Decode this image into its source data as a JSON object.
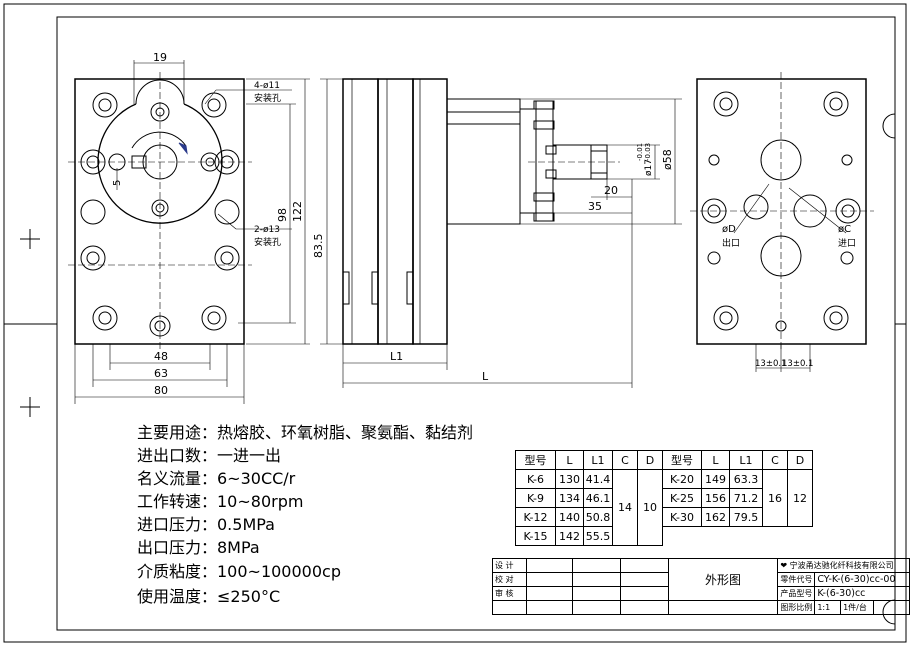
{
  "dims_front": {
    "d19": "19",
    "holes4": "4-ø11",
    "holes4_note": "安装孔",
    "holes2": "2-ø13",
    "holes2_note": "安装孔",
    "d5": "5",
    "d98": "98",
    "d122": "122",
    "d48": "48",
    "d63": "63",
    "d80": "80"
  },
  "dims_side": {
    "d83_5": "83.5",
    "dL1": "L1",
    "dL": "L",
    "d20": "20",
    "d35": "35",
    "d58": "ø58",
    "d17": "ø17",
    "tol_upper": "-0.01",
    "tol_lower": "-0.03"
  },
  "dims_rear": {
    "phiD": "øD",
    "outlet": "出口",
    "phiC": "øC",
    "inlet": "进口",
    "d13a": "13±0.1",
    "d13b": "13±0.1"
  },
  "specs": [
    "主要用途：热熔胶、环氧树脂、聚氨酯、黏结剂",
    "进出口数：一进一出",
    "名义流量：6~30CC/r",
    "工作转速：10~80rpm",
    "进口压力：0.5MPa",
    "出口压力：8MPa",
    "介质粘度：100~100000cp",
    "使用温度：≤250°C"
  ],
  "model_table": {
    "headers": [
      "型号",
      "L",
      "L1",
      "C",
      "D",
      "型号",
      "L",
      "L1",
      "C",
      "D"
    ],
    "left_rows": [
      [
        "K-6",
        "130",
        "41.4"
      ],
      [
        "K-9",
        "134",
        "46.1"
      ],
      [
        "K-12",
        "140",
        "50.8"
      ],
      [
        "K-15",
        "142",
        "55.5"
      ]
    ],
    "left_C": "14",
    "left_D": "10",
    "right_rows": [
      [
        "K-20",
        "149",
        "63.3"
      ],
      [
        "K-25",
        "156",
        "71.2"
      ],
      [
        "K-30",
        "162",
        "79.5"
      ]
    ],
    "right_C": "16",
    "right_D": "12"
  },
  "title_block": {
    "design": "设 计",
    "check": "校 对",
    "review": "审 核",
    "drawing_name": "外形图",
    "company": "宁波甬达驰化纤科技有限公司",
    "part_code_label": "零件代号",
    "part_code": "CY-K-(6-30)cc-00",
    "product_model_label": "产品型号",
    "product_model": "K-(6-30)cc",
    "scale_label": "图形比例",
    "scale": "1:1",
    "sheet": "1件/台"
  }
}
